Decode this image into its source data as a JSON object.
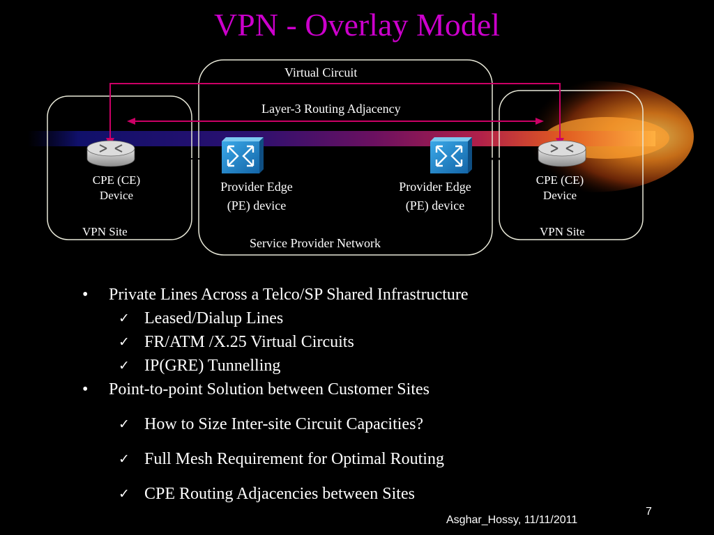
{
  "slide": {
    "title": "VPN - Overlay Model",
    "page_number": "7",
    "footer": "Asghar_Hossy, 11/11/2011"
  },
  "diagram": {
    "virtual_circuit_label": "Virtual Circuit",
    "routing_adjacency_label": "Layer-3 Routing Adjacency",
    "left_site": {
      "device_line1": "CPE (CE)",
      "device_line2": "Device",
      "site_label": "VPN Site"
    },
    "right_site": {
      "device_line1": "CPE (CE)",
      "device_line2": "Device",
      "site_label": "VPN Site"
    },
    "provider_network_label": "Service Provider Network",
    "pe_left": {
      "line1": "Provider Edge",
      "line2": "(PE) device"
    },
    "pe_right": {
      "line1": "Provider Edge",
      "line2": "(PE) device"
    },
    "colors": {
      "circuit": "#cc0066",
      "title": "#cc00cc",
      "switch": "#1e88c8"
    },
    "icons": [
      "router-icon",
      "switch-icon"
    ]
  },
  "bullets": [
    {
      "text": "Private Lines Across a Telco/SP Shared Infrastructure",
      "subs": [
        "Leased/Dialup Lines",
        "FR/ATM /X.25 Virtual Circuits",
        "IP(GRE) Tunnelling"
      ]
    },
    {
      "text": "Point-to-point Solution between Customer Sites",
      "subs": [
        "How to Size Inter-site Circuit Capacities?",
        "Full Mesh Requirement for Optimal Routing",
        "CPE Routing Adjacencies between Sites"
      ]
    }
  ]
}
